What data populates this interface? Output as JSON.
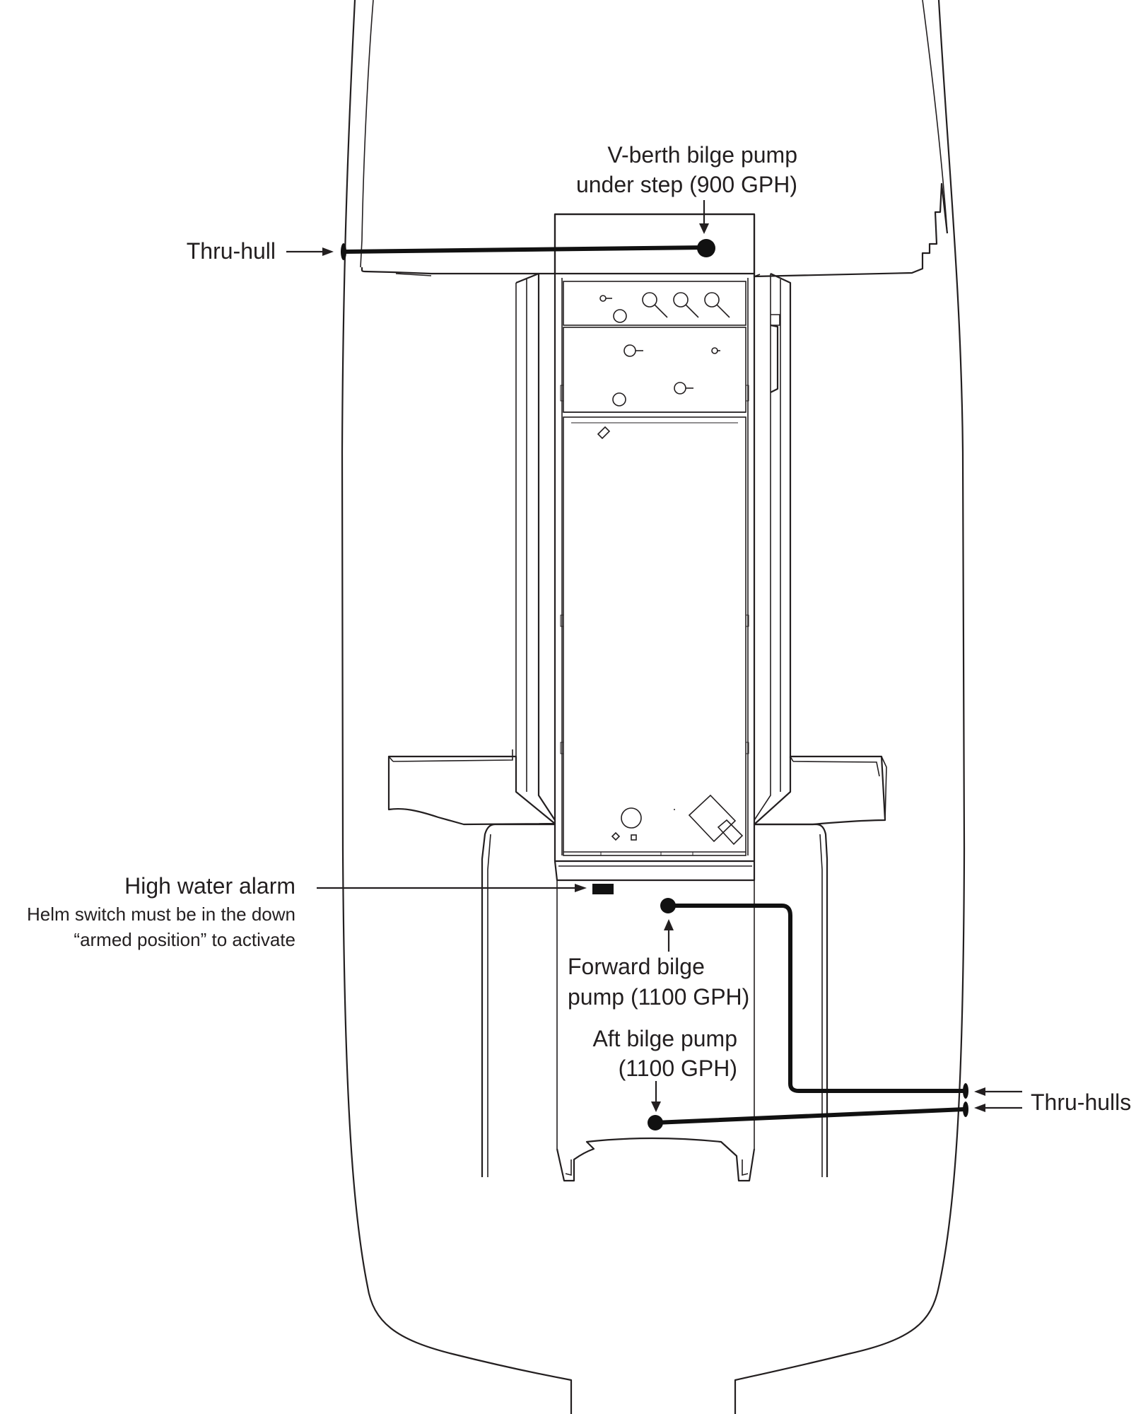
{
  "labels": {
    "vberth_line1": "V-berth bilge pump",
    "vberth_line2": "under step (900 GPH)",
    "thru_hull": "Thru-hull",
    "high_water_alarm": "High water alarm",
    "alarm_note_line1": "Helm switch must be in the down",
    "alarm_note_line2": "“armed position” to activate",
    "forward_line1": "Forward bilge",
    "forward_line2": "pump (1100 GPH)",
    "aft_line1": "Aft bilge pump",
    "aft_line2": "(1100 GPH)",
    "thru_hulls": "Thru-hulls"
  },
  "colors": {
    "line": "#231f20",
    "pipe": "#111111",
    "background": "#ffffff"
  }
}
